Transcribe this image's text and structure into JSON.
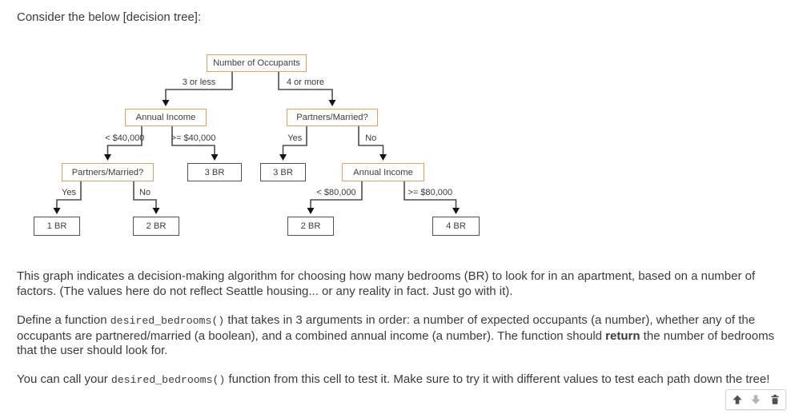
{
  "title": "Consider the below [decision tree]:",
  "diagram": {
    "nodes": [
      {
        "id": "root",
        "label": "Number of Occupants",
        "kind": "decision"
      },
      {
        "id": "annual1",
        "label": "Annual Income",
        "kind": "decision"
      },
      {
        "id": "partners2",
        "label": "Partners/Married?",
        "kind": "decision"
      },
      {
        "id": "partners3",
        "label": "Partners/Married?",
        "kind": "decision"
      },
      {
        "id": "br3a",
        "label": "3 BR",
        "kind": "leaf"
      },
      {
        "id": "br3b",
        "label": "3 BR",
        "kind": "leaf"
      },
      {
        "id": "annual2",
        "label": "Annual Income",
        "kind": "decision"
      },
      {
        "id": "br1",
        "label": "1 BR",
        "kind": "leaf"
      },
      {
        "id": "br2a",
        "label": "2 BR",
        "kind": "leaf"
      },
      {
        "id": "br2b",
        "label": "2 BR",
        "kind": "leaf"
      },
      {
        "id": "br4",
        "label": "4 BR",
        "kind": "leaf"
      }
    ],
    "edges": [
      {
        "from": "root",
        "to": "annual1",
        "label": "3 or less"
      },
      {
        "from": "root",
        "to": "partners2",
        "label": "4 or more"
      },
      {
        "from": "annual1",
        "to": "partners3",
        "label": "< $40,000"
      },
      {
        "from": "annual1",
        "to": "br3a",
        "label": ">= $40,000"
      },
      {
        "from": "partners2",
        "to": "br3b",
        "label": "Yes"
      },
      {
        "from": "partners2",
        "to": "annual2",
        "label": "No"
      },
      {
        "from": "partners3",
        "to": "br1",
        "label": "Yes"
      },
      {
        "from": "partners3",
        "to": "br2a",
        "label": "No"
      },
      {
        "from": "annual2",
        "to": "br2b",
        "label": "< $80,000"
      },
      {
        "from": "annual2",
        "to": "br4",
        "label": ">= $80,000"
      }
    ],
    "colors": {
      "decision_border": "#e89e58",
      "leaf_border": "#525252",
      "connector": "#4d4d4d",
      "arrowhead": "#141414"
    }
  },
  "paragraphs": [
    {
      "segments": [
        {
          "t": "text",
          "v": "This graph indicates a decision-making algorithm for choosing how many bedrooms (BR) to look for in an apartment, based on a number of factors. (The values here do not reflect Seattle housing... or any reality in fact. Just go with it)."
        }
      ]
    },
    {
      "segments": [
        {
          "t": "text",
          "v": "Define a function "
        },
        {
          "t": "code",
          "v": "desired_bedrooms()"
        },
        {
          "t": "text",
          "v": " that takes in 3 arguments in order: a number of expected occupants (a number), whether any of the occupants are partnered/married (a boolean), and a combined annual income (a number). The function should "
        },
        {
          "t": "bold",
          "v": "return"
        },
        {
          "t": "text",
          "v": " the number of bedrooms that the user should look for."
        }
      ]
    },
    {
      "segments": [
        {
          "t": "text",
          "v": "You can call your "
        },
        {
          "t": "code",
          "v": "desired_bedrooms()"
        },
        {
          "t": "text",
          "v": " function from this cell to test it. Make sure to try it with different values to test each path down the tree!"
        }
      ]
    }
  ],
  "cell_toolbar": {
    "buttons": [
      {
        "id": "move-up",
        "icon": "arrow-up-icon",
        "color": "#4f4f4f"
      },
      {
        "id": "move-down",
        "icon": "arrow-down-icon",
        "color": "#b3b3b3"
      },
      {
        "id": "delete",
        "icon": "trash-icon",
        "color": "#4f4f4f"
      }
    ]
  }
}
